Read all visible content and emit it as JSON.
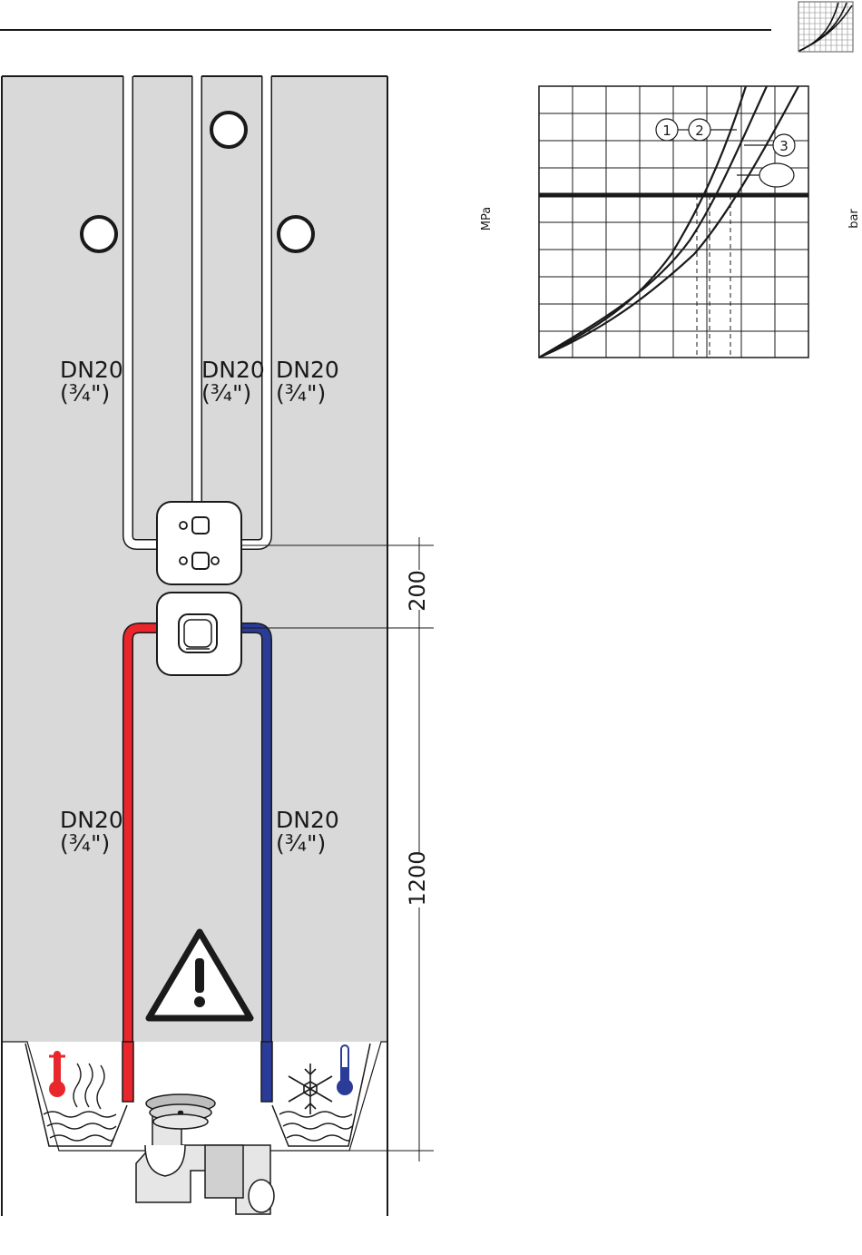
{
  "colors": {
    "panel": "#d9d9d9",
    "hot": "#e8262b",
    "cold": "#2a3c97",
    "line": "#1a1a1a"
  },
  "labels": {
    "dn_top_left": "DN20",
    "dn_top_left_size": "(¾\")",
    "dn_top_mid": "DN20",
    "dn_top_mid_size": "(¾\")",
    "dn_top_right": "DN20",
    "dn_top_right_size": "(¾\")",
    "dn_hot": "DN20",
    "dn_hot_size": "(¾\")",
    "dn_cold": "DN20",
    "dn_cold_size": "(¾\")"
  },
  "dimensions": {
    "upper": "200",
    "lower": "1200"
  },
  "chart": {
    "left_unit": "MPa",
    "right_unit": "bar",
    "callout_1": "1",
    "callout_2": "2",
    "callout_3": "3"
  },
  "icons": {
    "corner": "flow-chart-thumbnail-icon",
    "warning": "warning-triangle-icon",
    "hot": "hot-thermometer-icon",
    "cold": "cold-thermometer-icon",
    "snowflake": "snowflake-icon",
    "drain": "bath-drain-icon"
  }
}
